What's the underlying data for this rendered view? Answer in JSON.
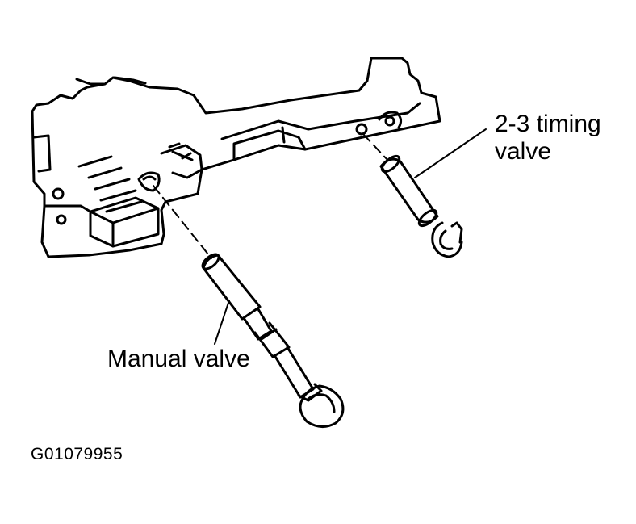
{
  "labels": {
    "timing_valve_line1": "2-3 timing",
    "timing_valve_line2": "valve",
    "manual_valve": "Manual valve"
  },
  "figure_id": "G01079955",
  "colors": {
    "ink": "#000000",
    "paper": "#ffffff"
  }
}
